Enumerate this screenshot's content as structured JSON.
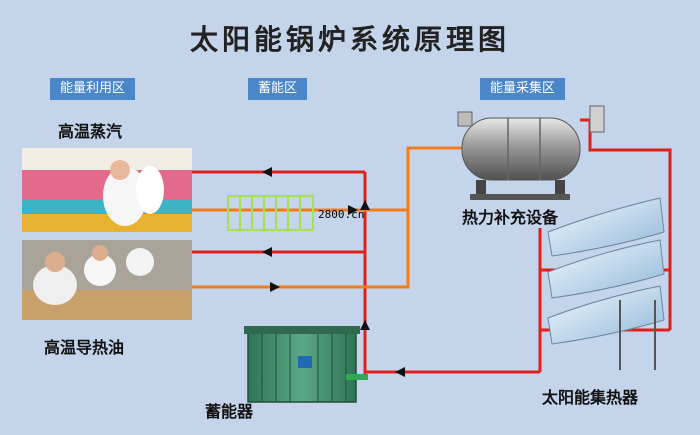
{
  "title": "太阳能锅炉系统原理图",
  "zones": {
    "use": "能量利用区",
    "storage": "蓄能区",
    "collect": "能量采集区"
  },
  "labels": {
    "steam": "高温蒸汽",
    "oil": "高温导热油",
    "aux": "热力补充设备",
    "tank": "蓄能器",
    "collector": "太阳能集热器"
  },
  "watermark": "2800.cn",
  "colors": {
    "hot_line": "#e0201a",
    "return_line": "#f07d1a",
    "background": "#c4d4ea",
    "zone_badge": "#4a86c8",
    "tank": "#3e8a6a",
    "coil": "#a6e05a"
  }
}
